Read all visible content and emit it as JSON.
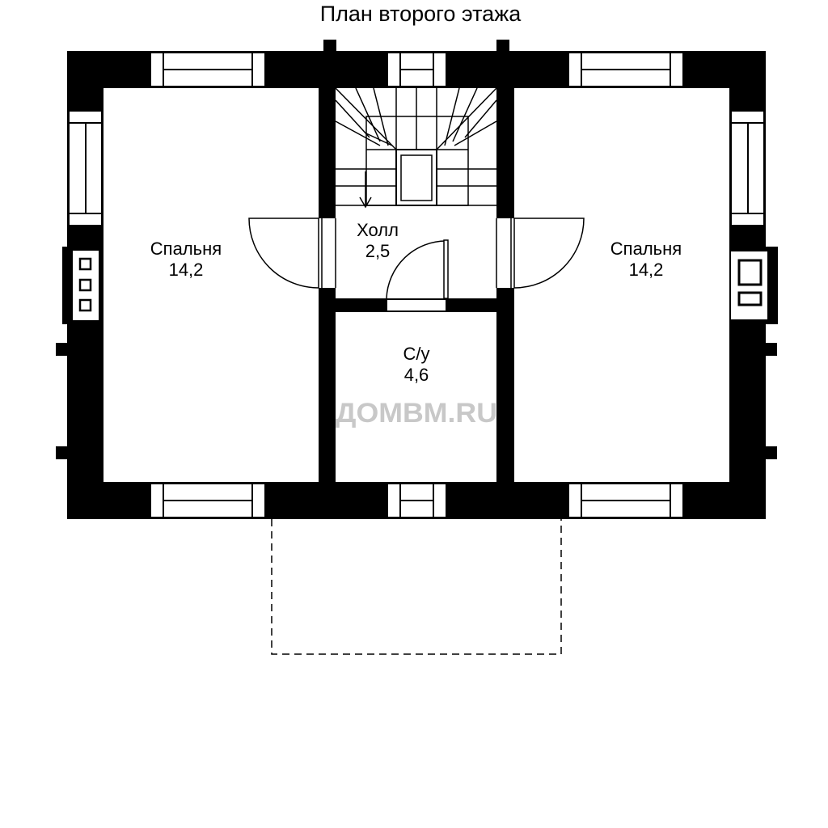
{
  "title": "План второго этажа",
  "watermark": "ДОМВМ.RU",
  "colors": {
    "wall": "#000000",
    "background": "#ffffff",
    "watermark": "#c8c8c8"
  },
  "rooms": {
    "bedroom_left": {
      "name": "Спальня",
      "area": "14,2"
    },
    "hall": {
      "name": "Холл",
      "area": "2,5"
    },
    "bathroom": {
      "name": "С/у",
      "area": "4,6"
    },
    "bedroom_right": {
      "name": "Спальня",
      "area": "14,2"
    }
  }
}
